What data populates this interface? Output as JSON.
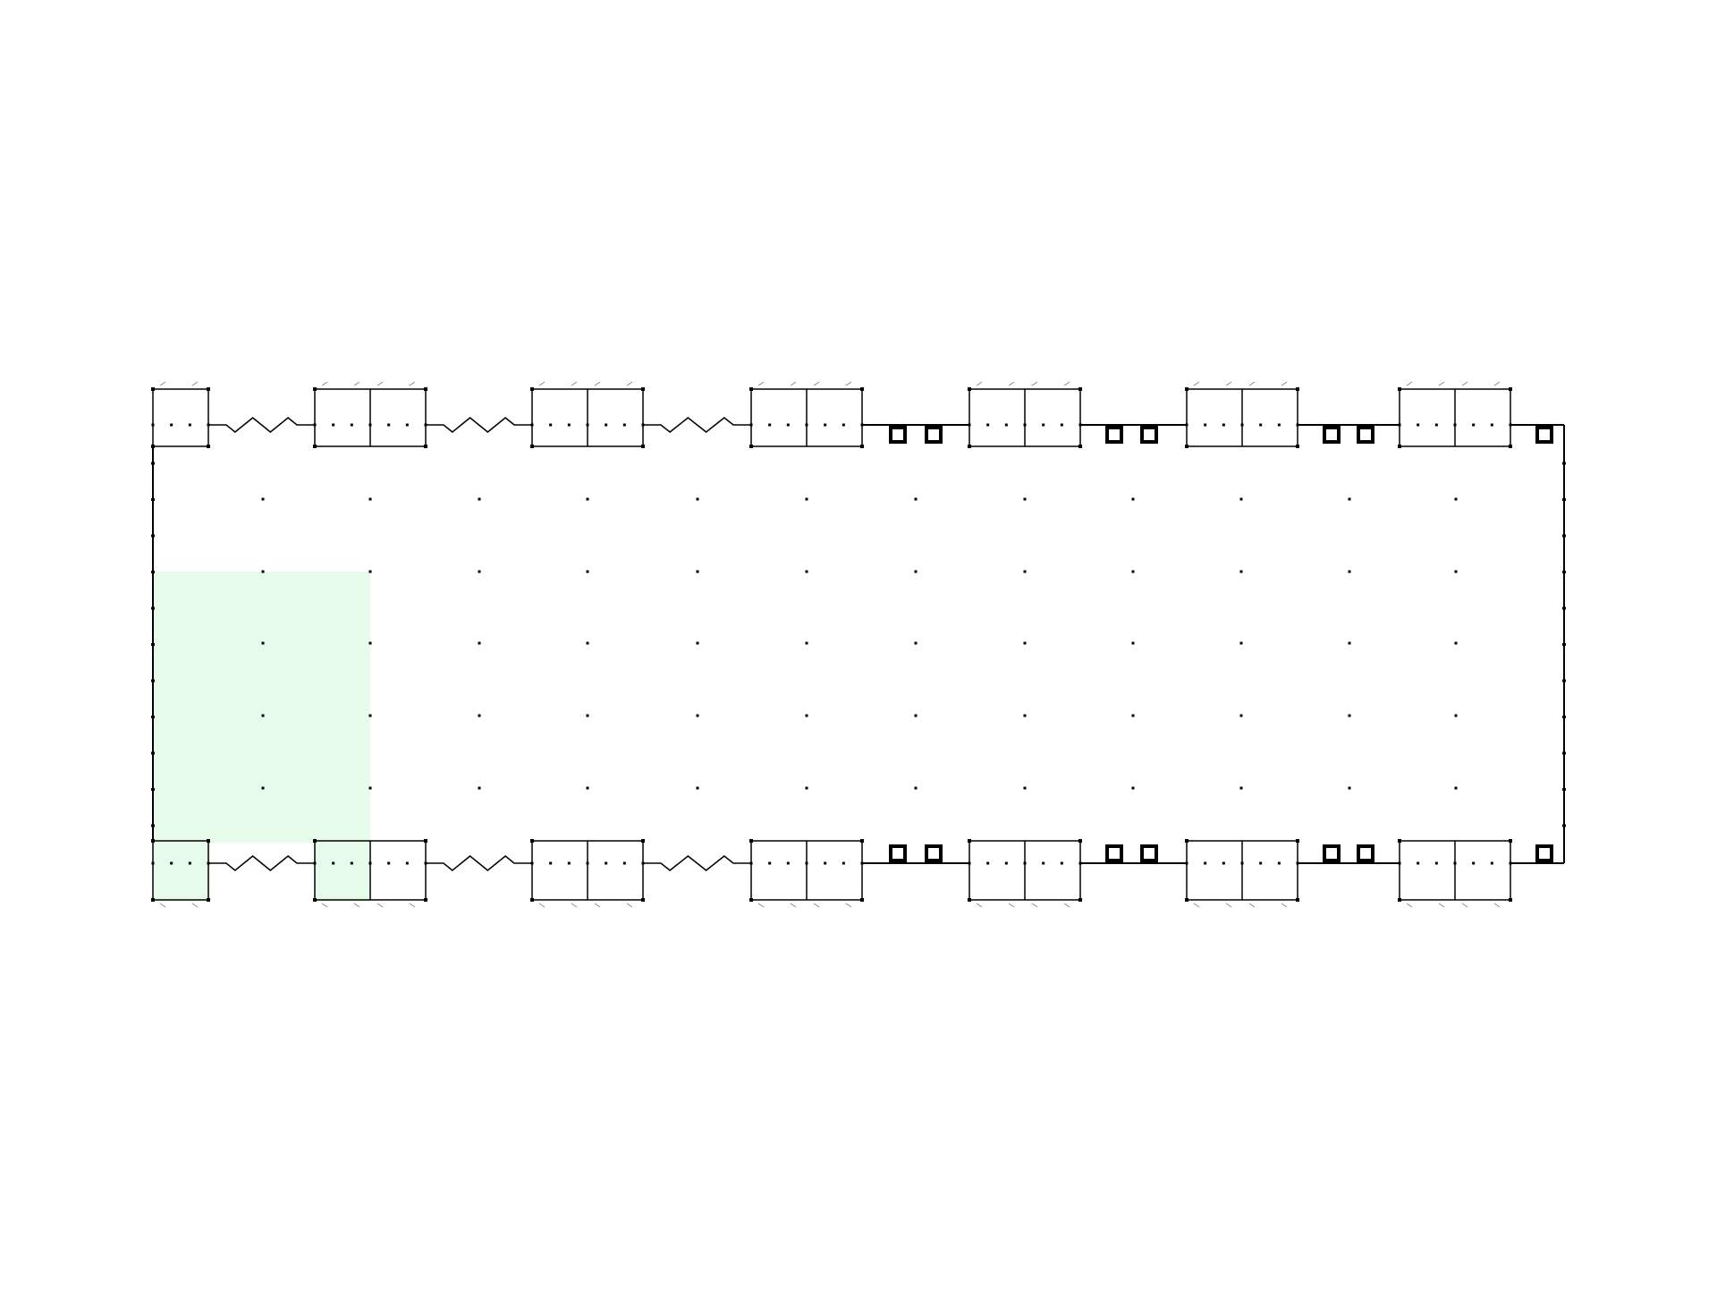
{
  "drawing": {
    "type": "floor-plan",
    "colors": {
      "background": "#ffffff",
      "line": "#000000",
      "highlight_zone": "#e6fbe9",
      "door_mark": "#888888"
    },
    "highlight_zone_present": true,
    "column_grid": {
      "columns": 13,
      "rows": 6
    },
    "north_bays": 7,
    "south_bays": 7,
    "square_markers_north": 7,
    "square_markers_south": 7
  }
}
